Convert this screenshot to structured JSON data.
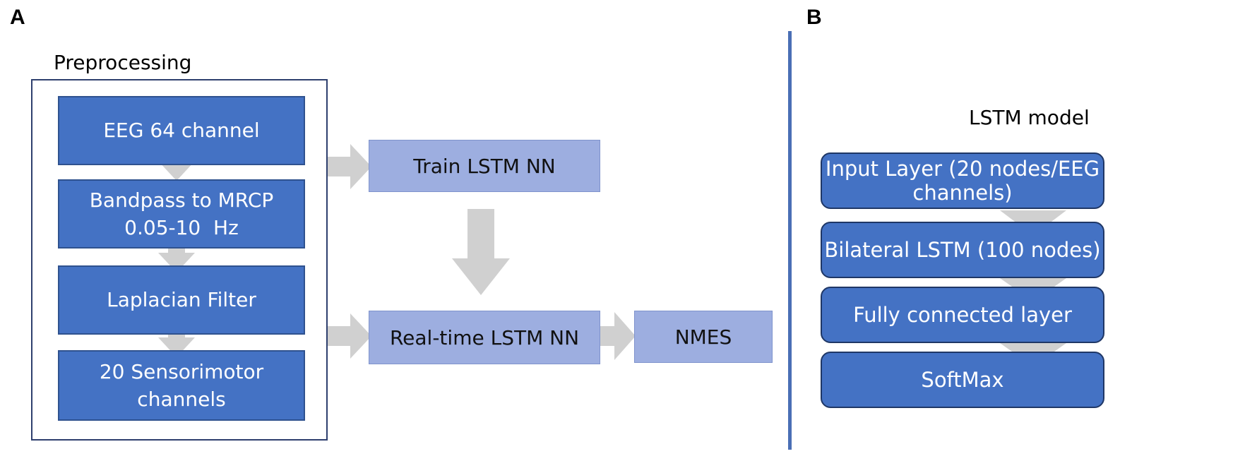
{
  "panel_a": {
    "label": "A",
    "group_title": "Preprocessing",
    "steps": [
      {
        "line1": "EEG 64 channel",
        "line2": ""
      },
      {
        "line1": "Bandpass to MRCP",
        "line2": "0.05-10  Hz"
      },
      {
        "line1": "Laplacian Filter",
        "line2": ""
      },
      {
        "line1": "20 Sensorimotor",
        "line2": "channels"
      }
    ],
    "train_box": "Train LSTM NN",
    "realtime_box": "Real-time LSTM NN",
    "output_box": "NMES"
  },
  "panel_b": {
    "label": "B",
    "title": "LSTM model",
    "layers": [
      "Input Layer (20 nodes/EEG channels)",
      "Bilateral LSTM (100 nodes)",
      "Fully connected layer",
      "SoftMax"
    ]
  },
  "colors": {
    "dark_box": "#4472c4",
    "light_box": "#9daee0",
    "arrow": "#d0d0d0",
    "divider": "#4a6fb5",
    "frame": "#2e3f6e"
  }
}
